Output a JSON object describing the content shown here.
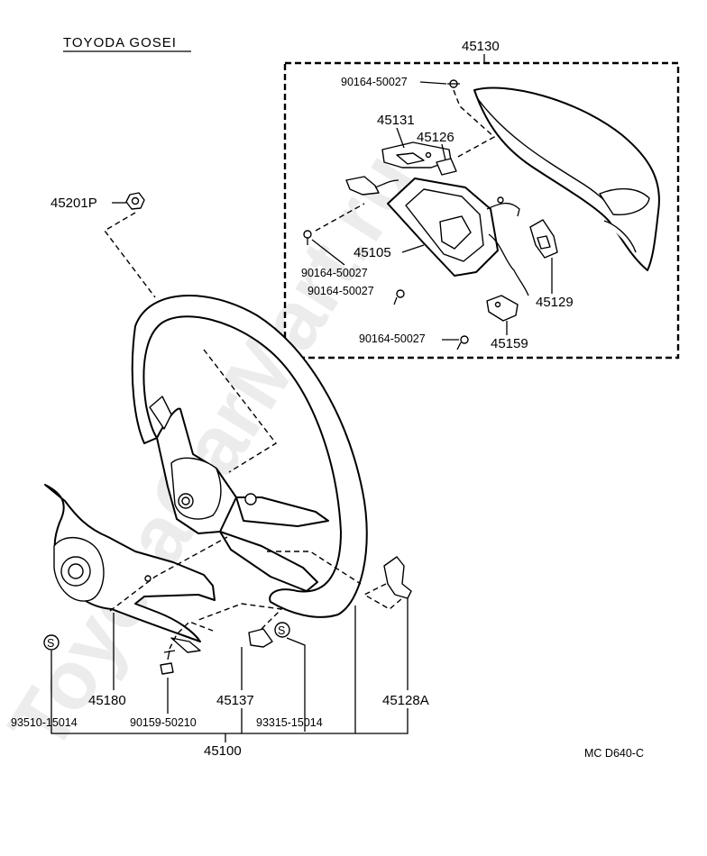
{
  "header": {
    "brand": "TOYODA GOSEI"
  },
  "watermark": "ToyotaCarMart.ru",
  "footer": {
    "code": "MC  D640-C"
  },
  "parts": {
    "p45130": "45130",
    "p90164_top": "90164-50027",
    "p45131": "45131",
    "p45126": "45126",
    "p45201P": "45201P",
    "p45105": "45105",
    "p90164_left": "90164-50027",
    "p90164_mid": "90164-50027",
    "p45129": "45129",
    "p90164_low": "90164-50027",
    "p45159": "45159",
    "p45180": "45180",
    "p45137": "45137",
    "p45128A": "45128A",
    "p93510": "93510-15014",
    "p90159": "90159-50210",
    "p93315": "93315-15014",
    "p45100": "45100"
  },
  "symbols": {
    "s_mark": "S"
  }
}
